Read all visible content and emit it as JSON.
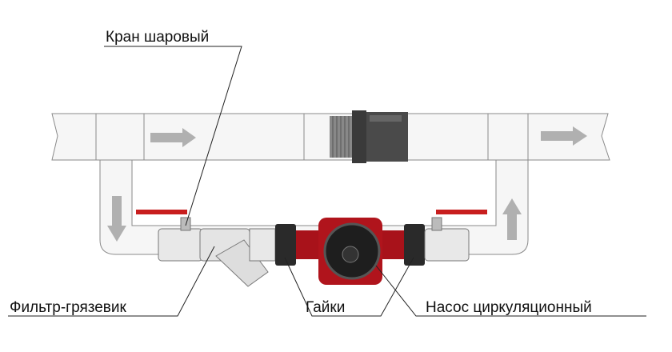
{
  "labels": {
    "ball_valve": "Кран шаровый",
    "filter": "Фильтр-грязевик",
    "nuts": "Гайки",
    "pump": "Насос циркуляционный"
  },
  "colors": {
    "pipe": "#f6f6f6",
    "outline": "#8a8a8a",
    "arrow": "#b0b0b0",
    "pump_red": "#b0141c",
    "handle_red": "#c81e1e",
    "nut_black": "#2a2a2a"
  }
}
